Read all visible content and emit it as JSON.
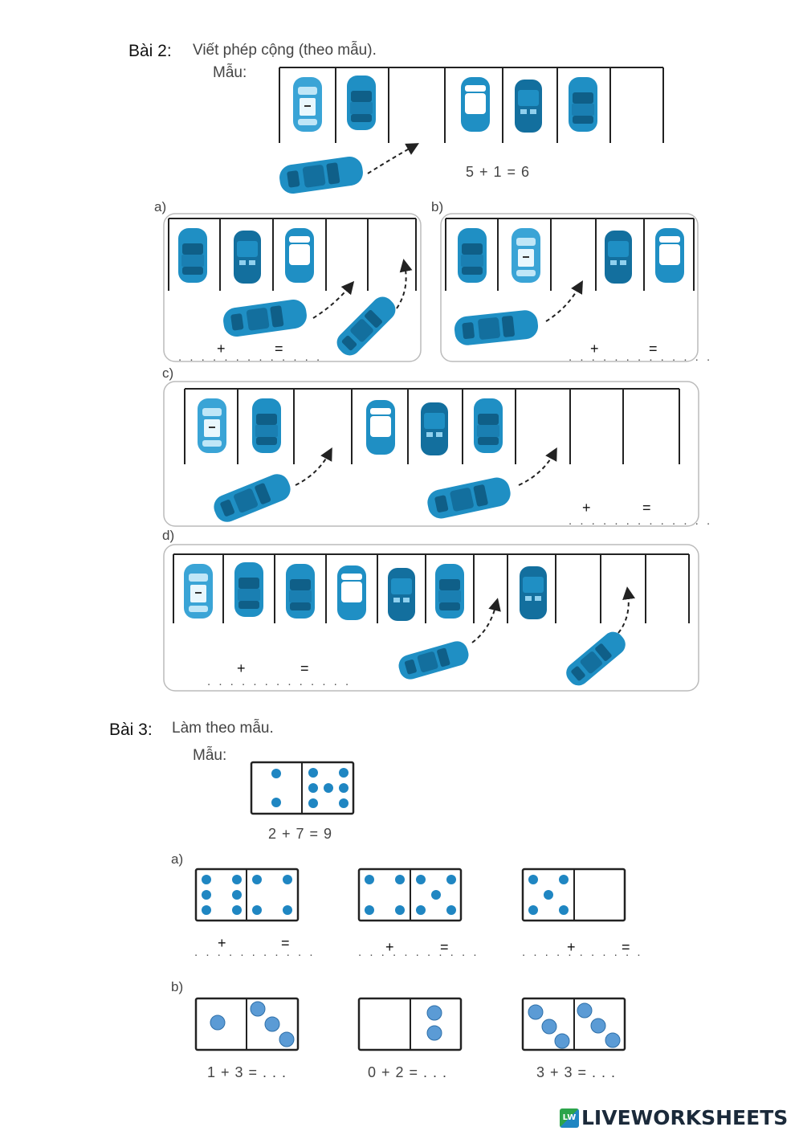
{
  "bai2": {
    "title": "Bài 2:",
    "instruction": "Viết phép cộng (theo mẫu).",
    "sample_label": "Mẫu:",
    "sample_equation": "5 + 1 = 6",
    "parts": [
      {
        "label": "a)",
        "plus": "+",
        "equals": "="
      },
      {
        "label": "b)",
        "plus": "+",
        "equals": "="
      },
      {
        "label": "c)",
        "plus": "+",
        "equals": "="
      },
      {
        "label": "d)",
        "plus": "+",
        "equals": "="
      }
    ]
  },
  "bai3": {
    "title": "Bài 3:",
    "instruction": "Làm theo mẫu.",
    "sample_label": "Mẫu:",
    "sample_equation": "2 + 7 = 9",
    "part_a": {
      "label": "a)",
      "plus": "+",
      "equals": "="
    },
    "part_b": {
      "label": "b)",
      "equations": [
        "1 + 3 = . . .",
        "0 + 2 = . . .",
        "3 + 3 = . . ."
      ]
    }
  },
  "footer": {
    "brand": "LIVEWORKSHEETS",
    "logo_letters": "LW"
  },
  "colors": {
    "car": "#1f8fc4",
    "car_dark": "#136f9e",
    "dot": "#1f86c2",
    "light_dot": "#5b9bd5"
  }
}
